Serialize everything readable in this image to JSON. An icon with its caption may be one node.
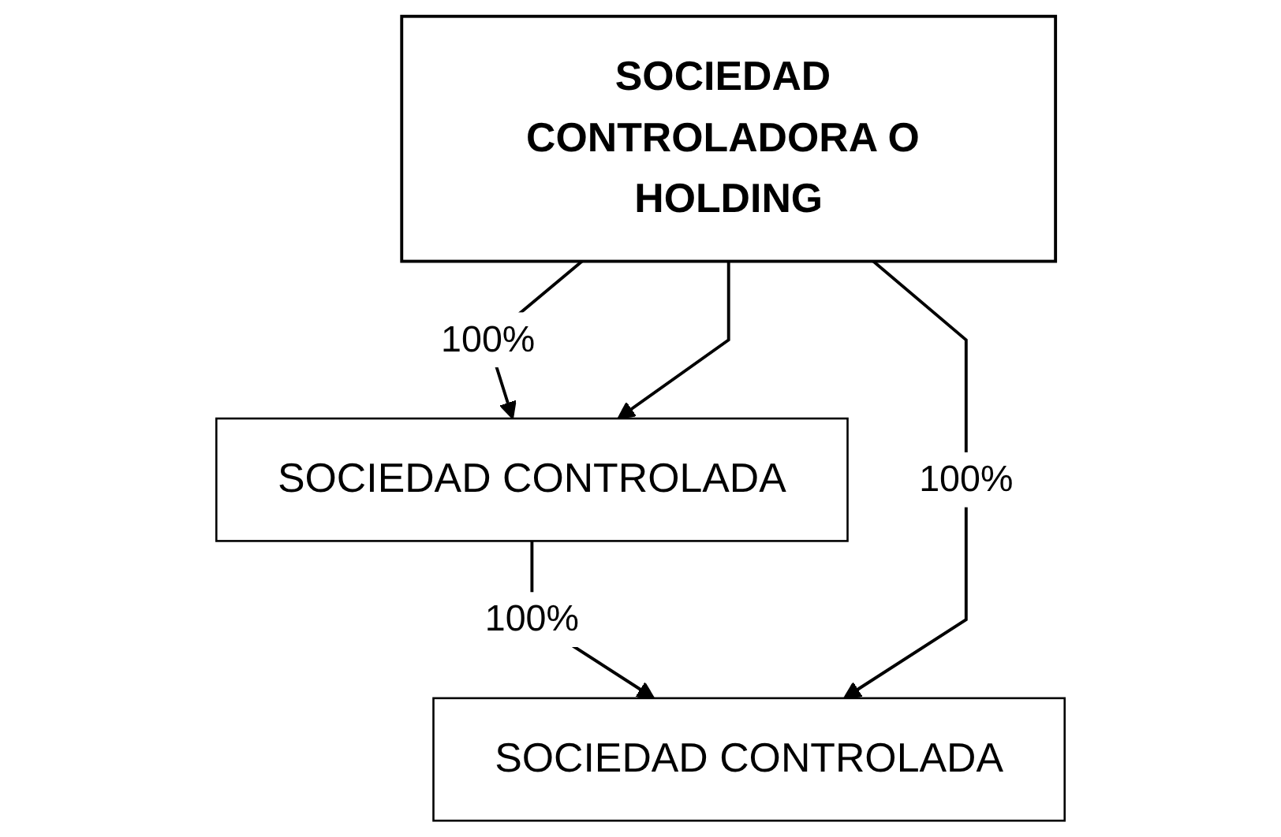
{
  "diagram": {
    "nodes": [
      {
        "text": [
          "SOCIEDAD CONTROLADORA O HOLDING"
        ]
      },
      {
        "text": [
          "SOCIEDAD CONTROLADA"
        ]
      },
      {
        "text": [
          "SOCIEDAD CONTROLADA"
        ]
      }
    ],
    "edges": [
      {
        "from": 0,
        "to": 1,
        "label": "100%",
        "arrow": "to"
      },
      {
        "from": 1,
        "to": 2,
        "label": "100%",
        "arrow": "to"
      },
      {
        "from": 0,
        "to": 1,
        "arrow": "to"
      },
      {
        "from": 0,
        "to": 2,
        "label": "100%",
        "arrow": "to"
      }
    ]
  }
}
